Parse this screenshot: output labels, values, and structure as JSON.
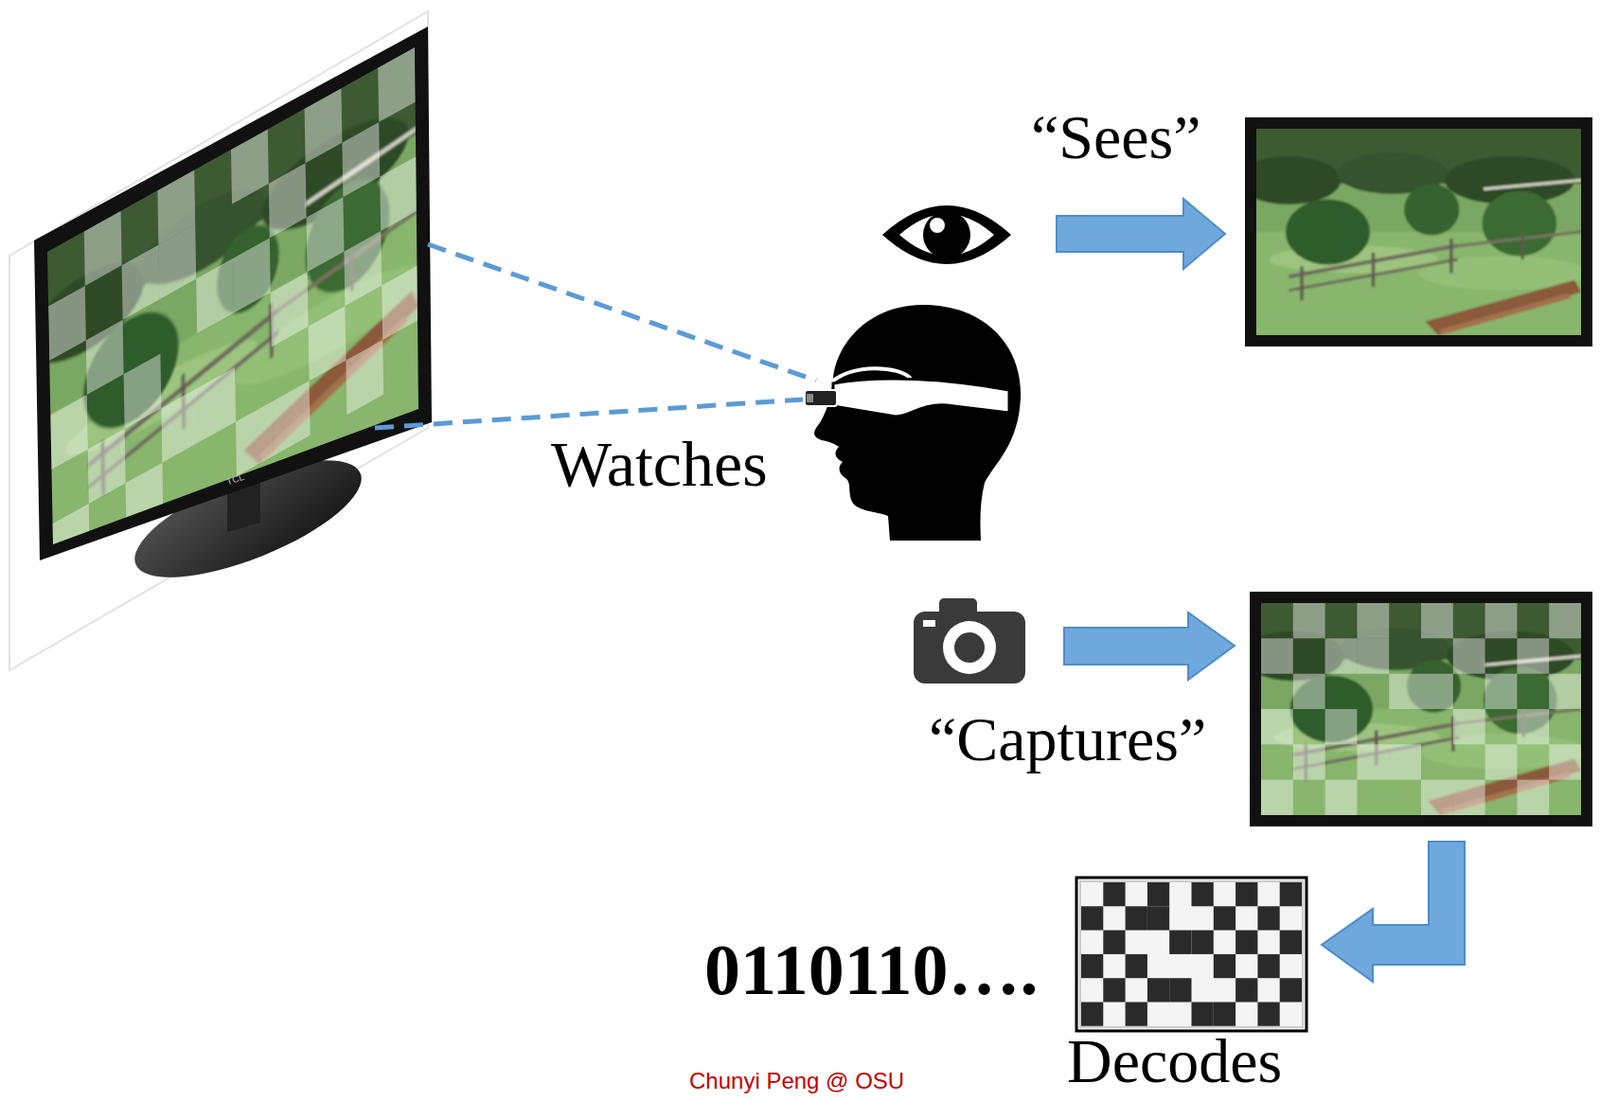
{
  "diagram": {
    "labels": [
      "“Sees”",
      "Watches",
      "“Captures”",
      "0110110….",
      "Decodes",
      "TCL",
      "Chunyi Peng @ OSU"
    ]
  }
}
